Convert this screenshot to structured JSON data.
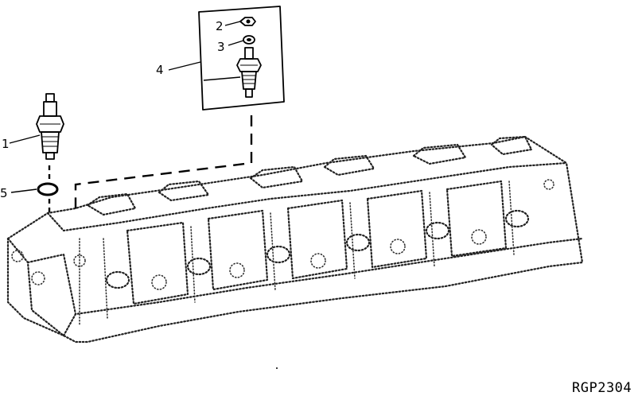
{
  "callouts": {
    "c1": "1",
    "c2": "2",
    "c3": "3",
    "c4": "4",
    "c5": "5"
  },
  "figure_id": "RGP2304"
}
